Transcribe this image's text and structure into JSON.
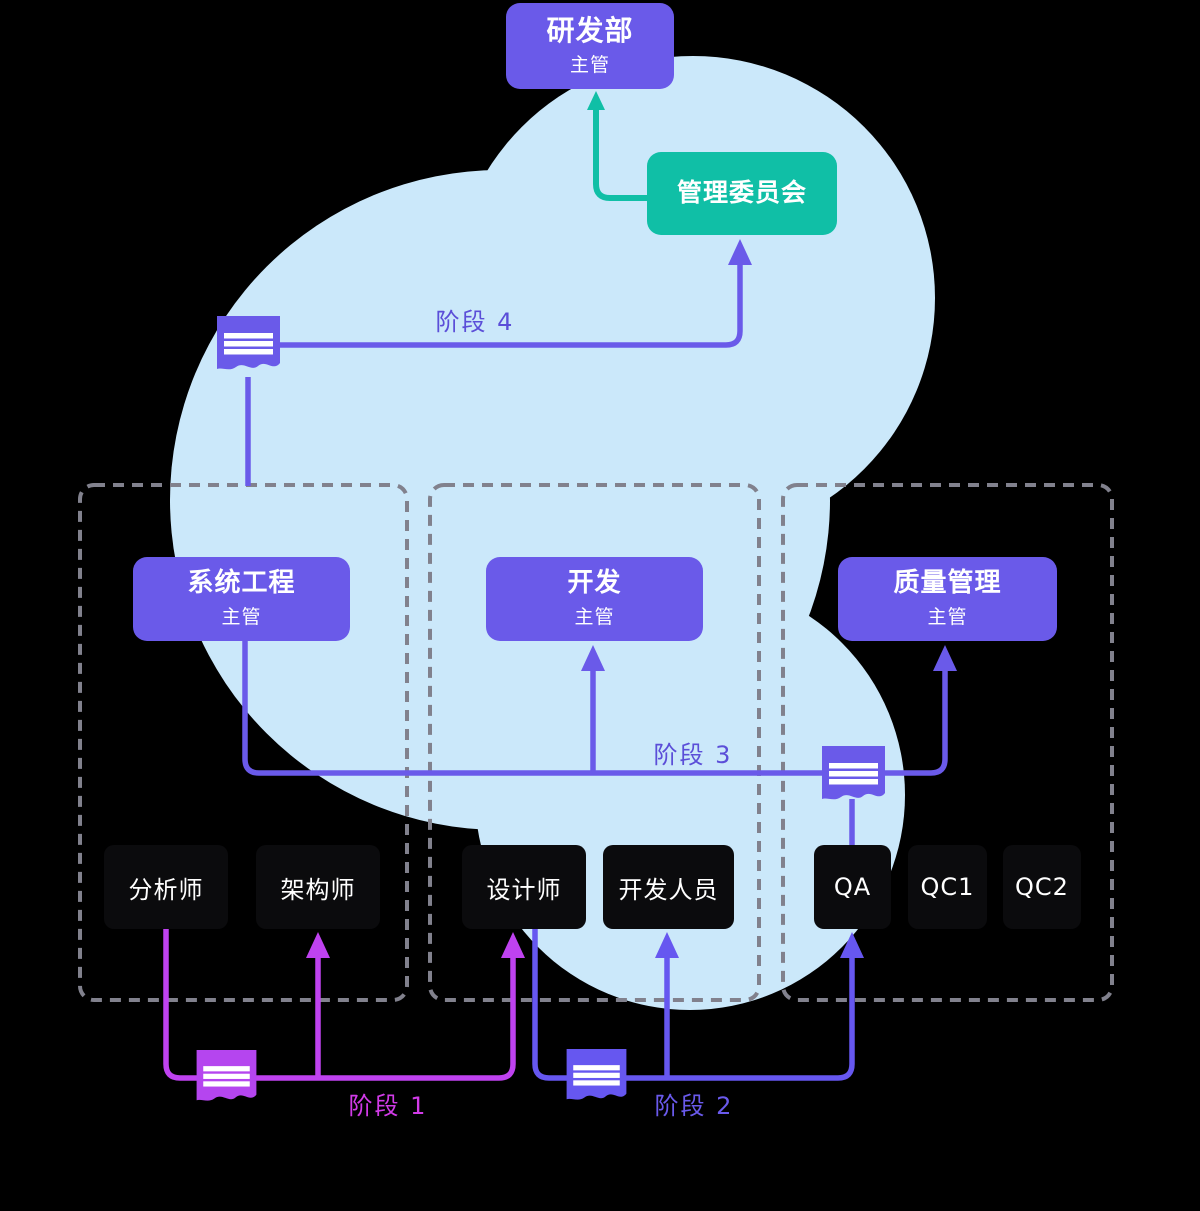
{
  "org": {
    "root": {
      "title": "研发部",
      "subtitle": "主管"
    },
    "committee": {
      "title": "管理委员会"
    },
    "groups": [
      {
        "lead": {
          "title": "系统工程",
          "subtitle": "主管"
        },
        "members": [
          {
            "label": "分析师"
          },
          {
            "label": "架构师"
          }
        ]
      },
      {
        "lead": {
          "title": "开发",
          "subtitle": "主管"
        },
        "members": [
          {
            "label": "设计师"
          },
          {
            "label": "开发人员"
          }
        ]
      },
      {
        "lead": {
          "title": "质量管理",
          "subtitle": "主管"
        },
        "members": [
          {
            "label": "QA"
          },
          {
            "label": "QC1"
          },
          {
            "label": "QC2"
          }
        ]
      }
    ],
    "phases": [
      {
        "label": "阶段 1"
      },
      {
        "label": "阶段 2"
      },
      {
        "label": "阶段 3"
      },
      {
        "label": "阶段 4"
      }
    ]
  },
  "colors": {
    "node_purple": "#6a5ae9",
    "node_teal": "#10bfa6",
    "member_black": "#0b0b0d",
    "connector_purple": "#6a5ae9",
    "connector_teal": "#10bfa6",
    "connector_magenta": "#bf42f0",
    "connector_blue_violet": "#6657f0",
    "label_purple": "#5b4ed8",
    "label_magenta": "#d23be8",
    "label_blue": "#6a5aec",
    "blob_light_blue": "#cbe8fa",
    "dashed_border_gray": "#81818d",
    "background": "#000000"
  }
}
